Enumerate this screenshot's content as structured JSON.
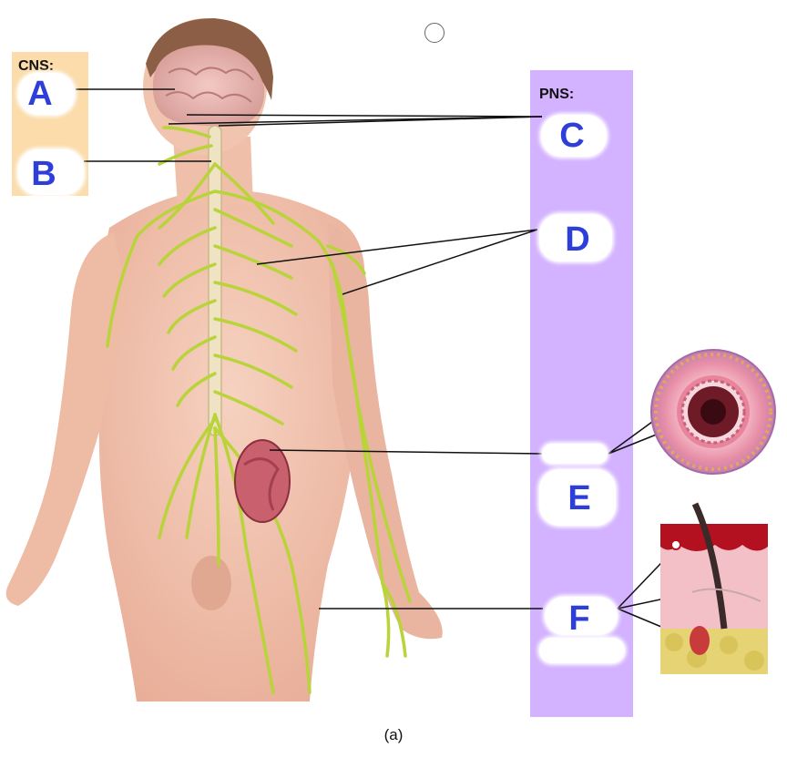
{
  "diagram": {
    "cns_header": "CNS:",
    "pns_header": "PNS:",
    "caption": "(a)",
    "labels": {
      "a": "A",
      "b": "B",
      "c": "C",
      "d": "D",
      "e": "E",
      "f": "F"
    }
  },
  "colors": {
    "cns_panel": "#fbdcaa",
    "pns_panel": "#d3b2ff",
    "nerve": "#b9d43a",
    "skin": "#f2c2ad",
    "label_ink": "#2d3fd8"
  },
  "icons": {
    "radio": "radio-button-icon"
  }
}
